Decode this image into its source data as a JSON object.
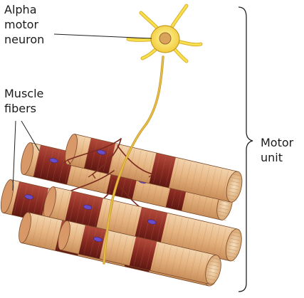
{
  "labels": {
    "alpha_motor_neuron": "Alpha\nmotor\nneuron",
    "muscle_fibers": "Muscle\nfibers",
    "motor_unit": "Motor\nunit"
  },
  "colors": {
    "fiber_light": "#e6b582",
    "fiber_dark": "#8a2a22",
    "fiber_end": "#f1d2a8",
    "nucleus": "#6a4cc4",
    "neuron_body": "#f7e04a",
    "neuron_nucleus": "#d9a35c",
    "axon": "#e6be48",
    "nerve_branch": "#7b2a1d",
    "line": "#222222"
  }
}
